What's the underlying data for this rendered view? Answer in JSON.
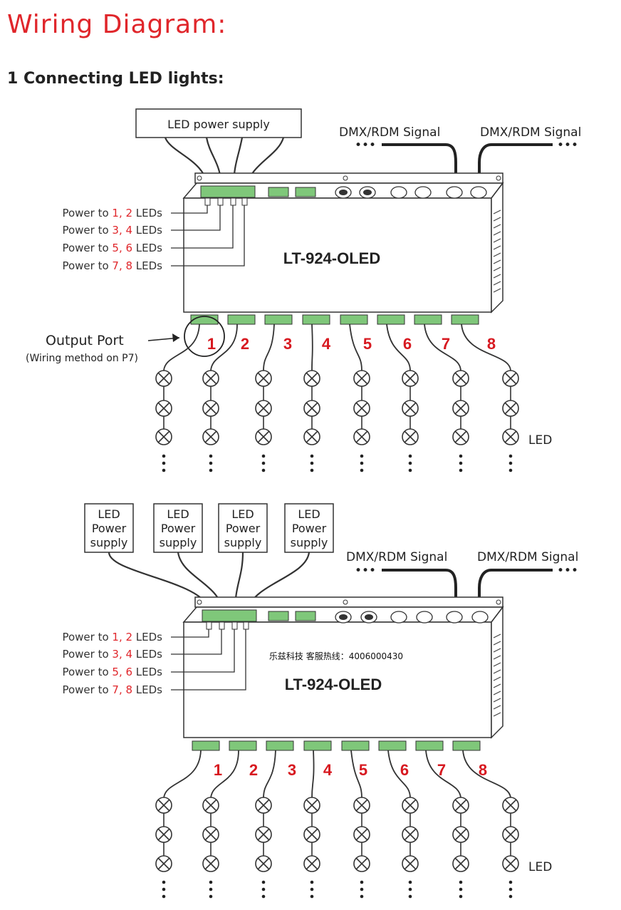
{
  "page": {
    "title": "Wiring Diagram:",
    "section": "1 Connecting LED lights:"
  },
  "diagram1": {
    "supply_label": "LED power supply",
    "power_labels": [
      {
        "prefix": "Power to ",
        "nums": "1, 2",
        "suffix": " LEDs"
      },
      {
        "prefix": "Power to ",
        "nums": "3, 4",
        "suffix": " LEDs"
      },
      {
        "prefix": "Power to ",
        "nums": "5, 6",
        "suffix": " LEDs"
      },
      {
        "prefix": "Power to ",
        "nums": "7, 8",
        "suffix": " LEDs"
      }
    ],
    "signal_left": "DMX/RDM Signal",
    "signal_right": "DMX/RDM Signal",
    "model": "LT-924-OLED",
    "output_port": "Output Port",
    "output_note": "(Wiring method on P7)",
    "led_label": "LED",
    "channels": [
      "1",
      "2",
      "3",
      "4",
      "5",
      "6",
      "7",
      "8"
    ]
  },
  "diagram2": {
    "supplies": [
      [
        "LED",
        "Power",
        "supply"
      ],
      [
        "LED",
        "Power",
        "supply"
      ],
      [
        "LED",
        "Power",
        "supply"
      ],
      [
        "LED",
        "Power",
        "supply"
      ]
    ],
    "power_labels": [
      {
        "prefix": "Power to ",
        "nums": "1, 2",
        "suffix": " LEDs"
      },
      {
        "prefix": "Power to ",
        "nums": "3, 4",
        "suffix": " LEDs"
      },
      {
        "prefix": "Power to ",
        "nums": "5, 6",
        "suffix": " LEDs"
      },
      {
        "prefix": "Power to ",
        "nums": "7, 8",
        "suffix": " LEDs"
      }
    ],
    "signal_left": "DMX/RDM Signal",
    "signal_right": "DMX/RDM Signal",
    "watermark": "乐兹科技 客服热线：4006000430",
    "model": "LT-924-OLED",
    "led_label": "LED",
    "channels": [
      "1",
      "2",
      "3",
      "4",
      "5",
      "6",
      "7",
      "8"
    ]
  },
  "colors": {
    "title": "#e0262b",
    "channel_numbers": "#d71920",
    "terminal_green": "#7fc77a"
  }
}
